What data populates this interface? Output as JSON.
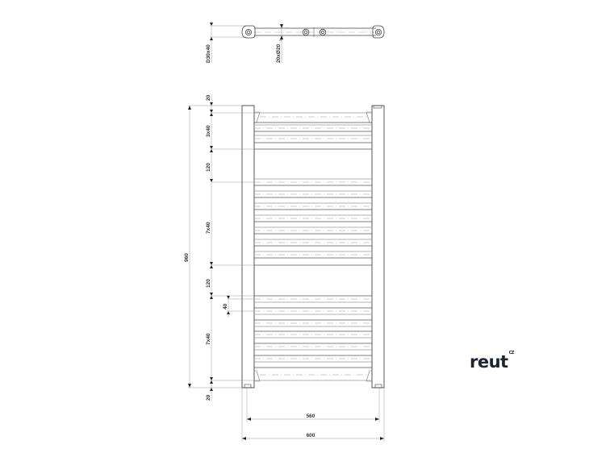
{
  "drawing": {
    "type": "towel radiator technical drawing",
    "top_view": {
      "labels": {
        "pipe_profile": "D30x40",
        "rail_profile": "20xØ20"
      }
    },
    "front_view": {
      "left_dimensions": [
        "20",
        "3x40",
        "120",
        "7x40",
        "120",
        "40",
        "7x40",
        "20"
      ],
      "overall_height": "960",
      "bottom_dimensions": {
        "inner_width": "560",
        "overall_width": "600"
      },
      "rail_groups": [
        3,
        7,
        7
      ]
    }
  },
  "logo": {
    "text": "reut",
    "superscript": "CZ"
  },
  "colors": {
    "line": "#444444",
    "thin_line": "#888888",
    "center_line": "#aaaaaa",
    "logo": "#1f2433"
  }
}
